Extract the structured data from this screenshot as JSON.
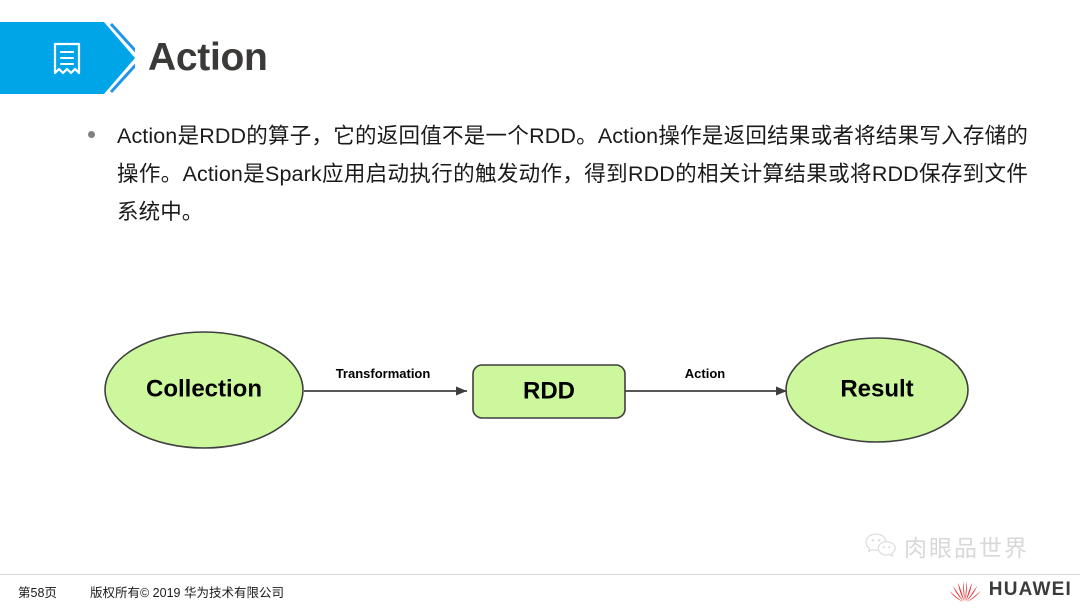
{
  "slide": {
    "background": "#ffffff",
    "accent_color": "#00a5e8",
    "title": "Action",
    "icon": "document-lines-icon"
  },
  "body": {
    "bullet_marker": "bullet-dot",
    "paragraph": "Action是RDD的算子，它的返回值不是一个RDD。Action操作是返回结果或者将结果写入存储的操作。Action是Spark应用启动执行的触发动作，得到RDD的相关计算结果或将RDD保存到文件系统中。"
  },
  "diagram": {
    "type": "flow",
    "fill_color": "#ccf79d",
    "stroke_color": "#3f3f3f",
    "nodes": [
      {
        "id": "collection",
        "shape": "ellipse",
        "label": "Collection"
      },
      {
        "id": "rdd",
        "shape": "rounded-rect",
        "label": "RDD"
      },
      {
        "id": "result",
        "shape": "ellipse",
        "label": "Result"
      }
    ],
    "edges": [
      {
        "from": "collection",
        "to": "rdd",
        "label": "Transformation"
      },
      {
        "from": "rdd",
        "to": "result",
        "label": "Action"
      }
    ]
  },
  "watermark": {
    "icon": "wechat-icon",
    "text": "肉眼品世界"
  },
  "footer": {
    "page_label": "第58页",
    "copyright": "版权所有© 2019 华为技术有限公司",
    "brand_mark": "huawei-flower-icon",
    "brand_name": "HUAWEI"
  }
}
